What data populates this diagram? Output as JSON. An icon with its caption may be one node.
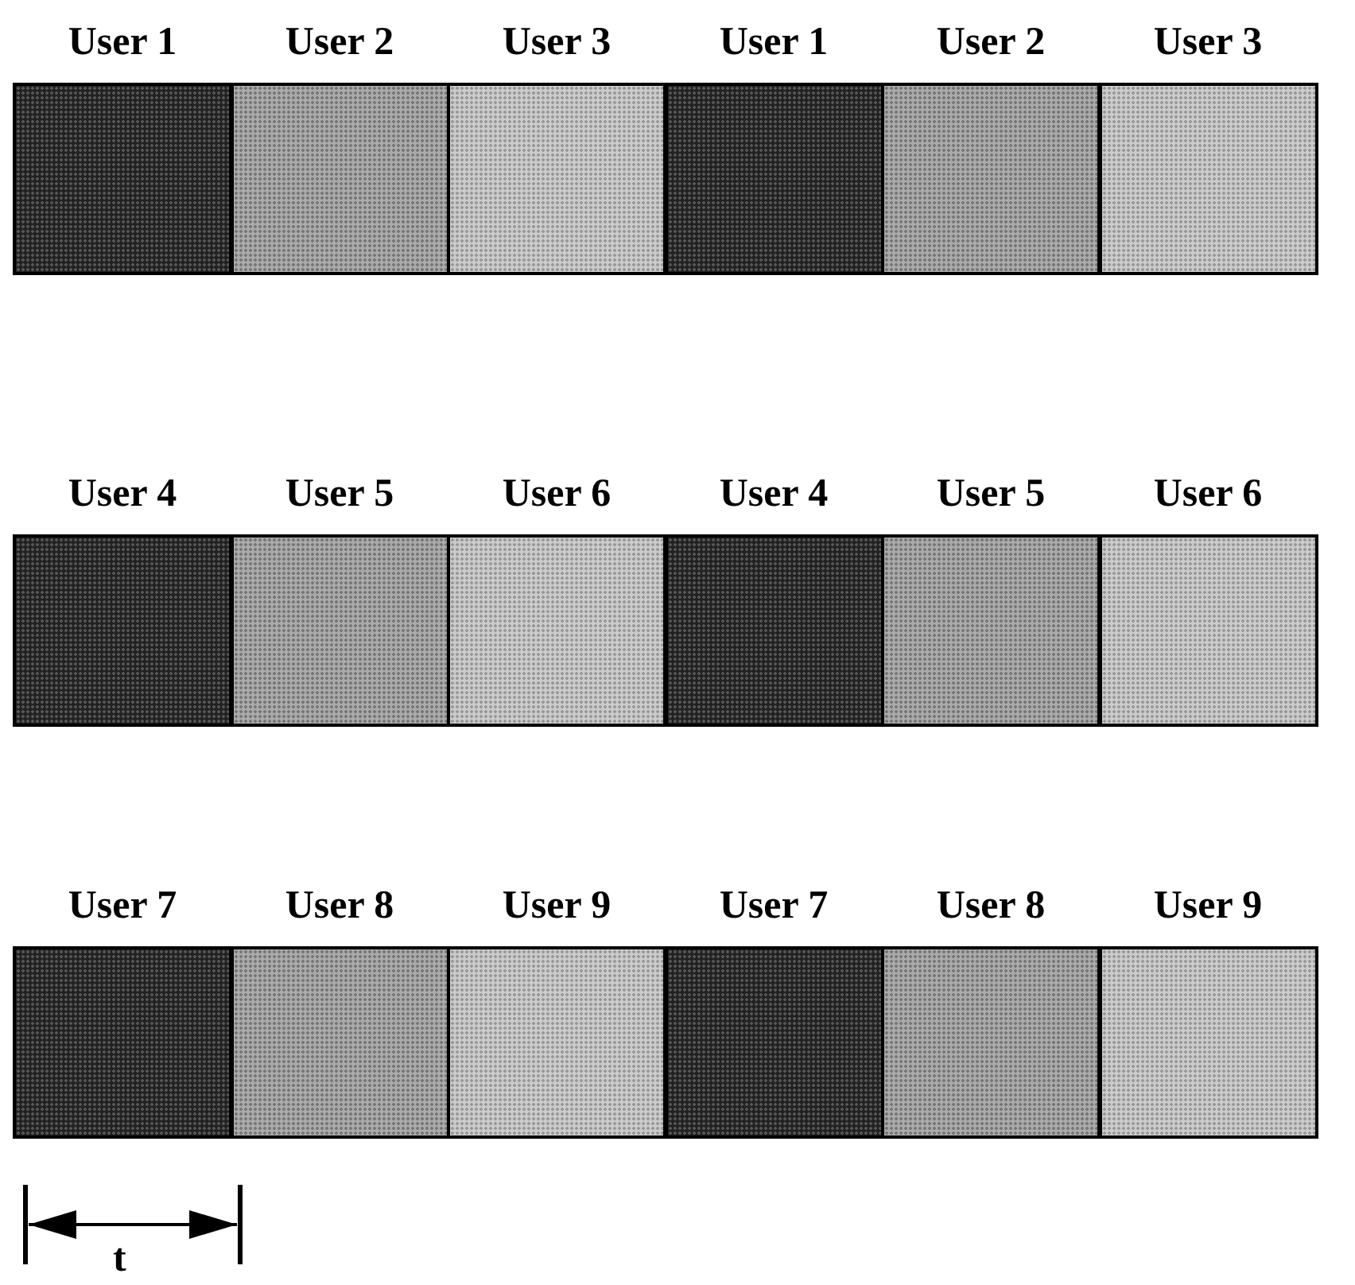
{
  "diagram": {
    "nodes": [
      {
        "text": [
          "User 1"
        ]
      },
      {
        "text": [
          "User 2"
        ]
      },
      {
        "text": [
          "User 3"
        ]
      },
      {
        "text": [
          "User 1"
        ]
      },
      {
        "text": [
          "User 2"
        ]
      },
      {
        "text": [
          "User 3"
        ]
      },
      {
        "text": [
          "User 4"
        ]
      },
      {
        "text": [
          "User 5"
        ]
      },
      {
        "text": [
          "User 6"
        ]
      },
      {
        "text": [
          "User 4"
        ]
      },
      {
        "text": [
          "User 5"
        ]
      },
      {
        "text": [
          "User 6"
        ]
      },
      {
        "text": [
          "User 7"
        ]
      },
      {
        "text": [
          "User 8"
        ]
      },
      {
        "text": [
          "User 9"
        ]
      },
      {
        "text": [
          "User 7"
        ]
      },
      {
        "text": [
          "User 8"
        ]
      },
      {
        "text": [
          "User 9"
        ]
      }
    ],
    "labels": [
      "t"
    ]
  }
}
